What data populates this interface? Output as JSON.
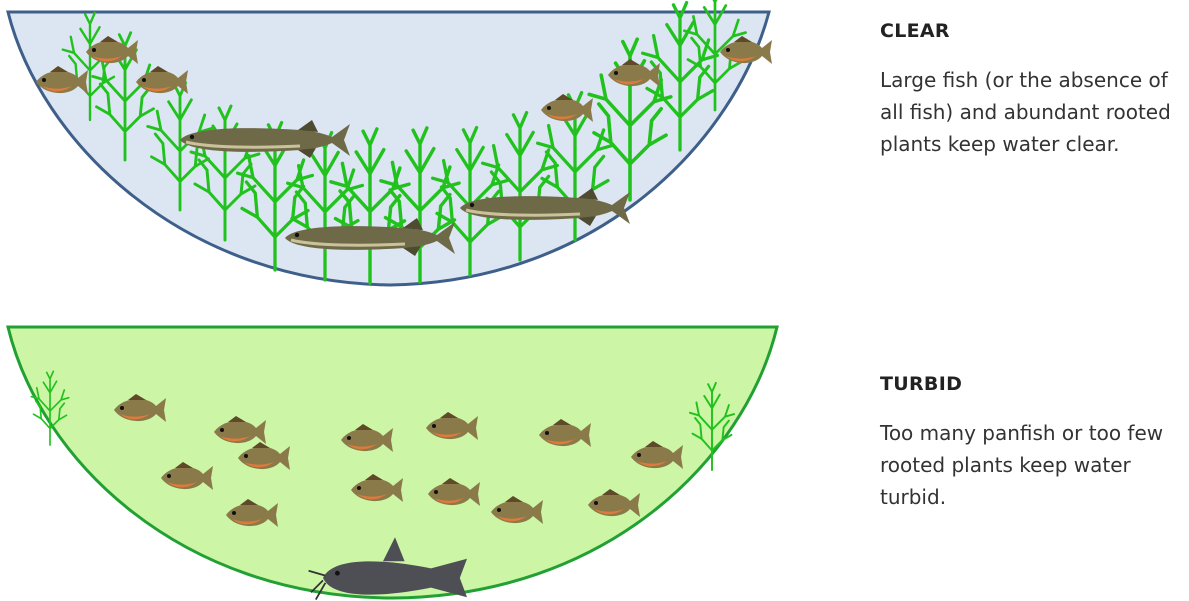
{
  "panels": {
    "clear": {
      "title": "CLEAR",
      "description": "Large fish (or the absence of all fish) and abundant rooted plants keep water clear.",
      "water_color": "#dce5f2",
      "border_color": "#3e5f8a"
    },
    "turbid": {
      "title": "TURBID",
      "description": "Too many panfish or too few rooted plants keep water turbid.",
      "water_color": "#ccf5a6",
      "border_color": "#22a033"
    }
  },
  "colors": {
    "plant": "#22c21e",
    "sunfish_body": "#8a7a4a",
    "sunfish_belly": "#e07a3a",
    "pike_body": "#6e6a48",
    "catfish_body": "#4d4f55"
  },
  "icons": [
    "rooted-plant-icon",
    "sunfish-icon",
    "pike-icon",
    "catfish-icon"
  ]
}
